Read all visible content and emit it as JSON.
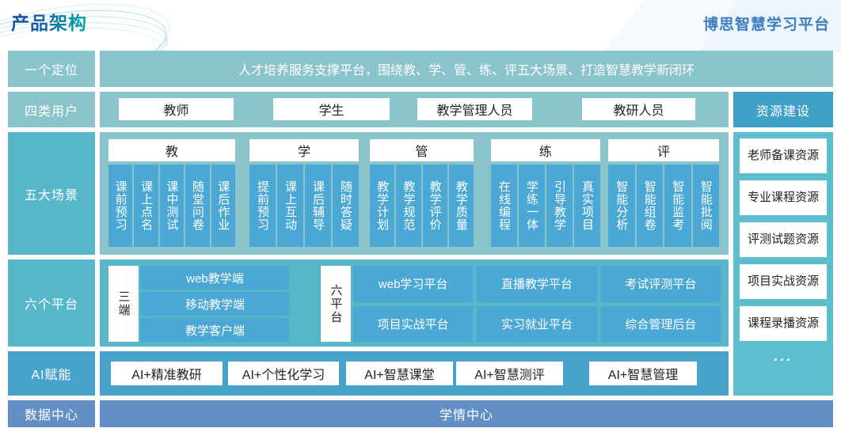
{
  "header": {
    "page_title": "产品架构",
    "platform_title": "博思智慧学习平台"
  },
  "rows": {
    "positioning": {
      "label": "一个定位",
      "content": "人才培养服务支撑平台，围绕教、学、管、练、评五大场景、打造智慧教学新闭环"
    },
    "users": {
      "label": "四类用户",
      "items": [
        "教师",
        "学生",
        "教学管理人员",
        "教研人员"
      ]
    },
    "scenarios": {
      "label": "五大场景",
      "groups": [
        {
          "title": "教",
          "items": [
            "课前预习",
            "课上点名",
            "课中测试",
            "随堂问卷",
            "课后作业"
          ]
        },
        {
          "title": "学",
          "items": [
            "提前预习",
            "课上互动",
            "课后辅导",
            "随时答疑"
          ]
        },
        {
          "title": "管",
          "items": [
            "教学计划",
            "教学规范",
            "教学评价",
            "教学质量"
          ]
        },
        {
          "title": "练",
          "items": [
            "在线编程",
            "学练一体",
            "引导教学",
            "真实项目"
          ]
        },
        {
          "title": "评",
          "items": [
            "智能分析",
            "智能组卷",
            "智能监考",
            "智能批阅"
          ]
        }
      ]
    },
    "platforms": {
      "label": "六个平台",
      "three_ends": {
        "title": "三端",
        "items": [
          "web教学端",
          "移动教学端",
          "教学客户端"
        ]
      },
      "six_platforms": {
        "title": "六平台",
        "items": [
          "web学习平台",
          "直播教学平台",
          "考试评测平台",
          "项目实战平台",
          "实习就业平台",
          "综合管理后台"
        ]
      }
    },
    "ai": {
      "label": "AI赋能",
      "items": [
        "AI+精准教研",
        "AI+个性化学习",
        "AI+智慧课堂",
        "AI+智慧测评",
        "AI+智慧管理"
      ]
    },
    "data_center": {
      "label": "数据中心",
      "content": "学情中心"
    }
  },
  "sidebar": {
    "title": "资源建设",
    "items": [
      "老师备课资源",
      "专业课程资源",
      "评测试题资源",
      "项目实战资源",
      "课程录播资源"
    ],
    "more": "..."
  },
  "colors": {
    "teal_light": "#8bc3cb",
    "teal_mid": "#57b7c9",
    "item_blue": "#4ba7d3",
    "ai_blue": "#47a3cb",
    "steel_blue": "#6290c4",
    "sidebar_header_blue": "#3fa0c8",
    "sidebar_body_teal": "#5dbfce",
    "title_gradient_start": "#1b50a8",
    "title_gradient_end": "#00a7a0",
    "platform_title_blue": "#3b7ec0"
  }
}
